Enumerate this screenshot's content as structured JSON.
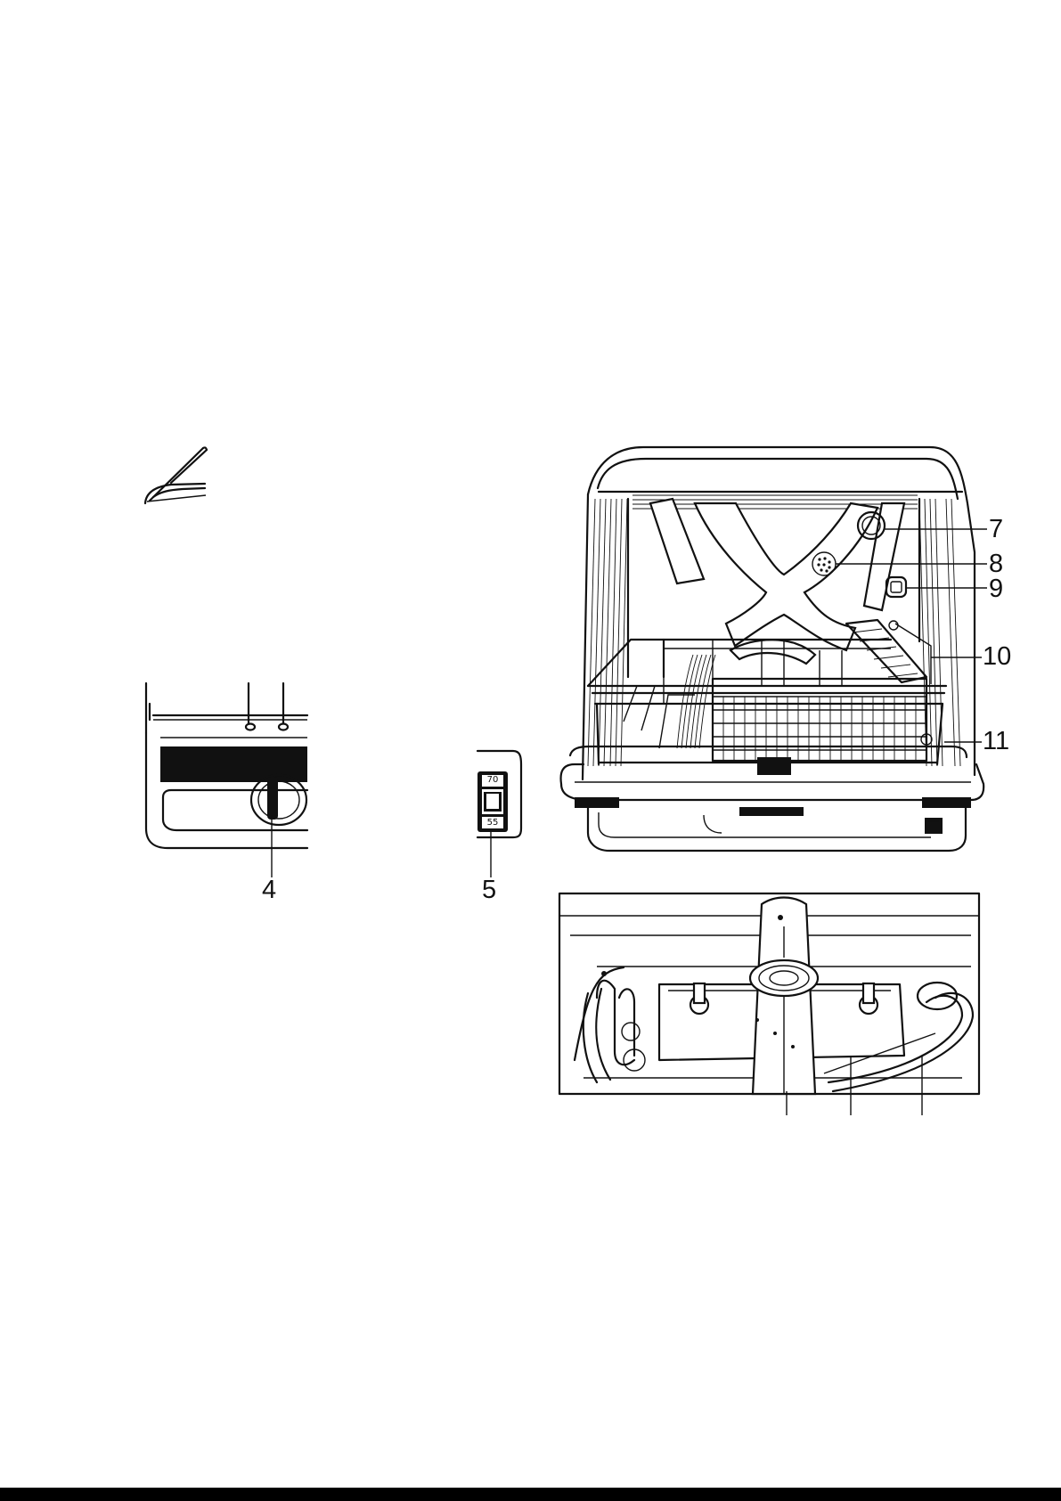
{
  "figure": {
    "callouts_left": [
      {
        "id": "4",
        "label": "4"
      },
      {
        "id": "5",
        "label": "5"
      }
    ],
    "callouts_right": [
      {
        "id": "7",
        "label": "7"
      },
      {
        "id": "8",
        "label": "8"
      },
      {
        "id": "9",
        "label": "9"
      },
      {
        "id": "10",
        "label": "10"
      },
      {
        "id": "11",
        "label": "11"
      }
    ],
    "thermostat": {
      "high": "70",
      "low": "55"
    }
  }
}
